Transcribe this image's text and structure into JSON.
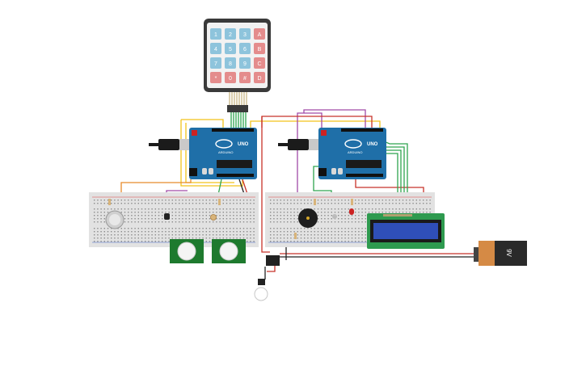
{
  "canvas": {
    "background": "#ffffff"
  },
  "colors": {
    "arduino_blue": "#1f6fa8",
    "breadboard": "#e2e2e2",
    "lcd_screen": "#2f4fb8",
    "lcd_board": "#2e9a4f",
    "pir_board": "#1e7a2e",
    "battery_body": "#2a2a2a",
    "battery_cap": "#d58a45",
    "keypad_frame": "#3a3a3a",
    "key_blue": "#8ec4dc",
    "key_red": "#e48c8c",
    "wire_yellow": "#f2c21b",
    "wire_red": "#c8332a",
    "wire_green": "#2ea44f",
    "wire_purple": "#a04aa8",
    "wire_orange": "#e88a2a",
    "wire_black": "#222222"
  },
  "keypad": {
    "keys": [
      [
        "1",
        "2",
        "3",
        "A"
      ],
      [
        "4",
        "5",
        "6",
        "B"
      ],
      [
        "7",
        "8",
        "9",
        "C"
      ],
      [
        "*",
        "0",
        "#",
        "D"
      ]
    ]
  },
  "arduino_left": {
    "model": "UNO",
    "brand": "ARDUINO"
  },
  "arduino_right": {
    "model": "UNO",
    "brand": "ARDUINO"
  },
  "battery": {
    "label": "9V"
  },
  "components": {
    "gas_sensor": "gas-sensor-icon",
    "temperature_sensor": "temperature-sensor-icon",
    "photoresistor": "photoresistor-icon",
    "pir_sensors": [
      "pir-sensor-icon",
      "pir-sensor-icon"
    ],
    "buzzer": "buzzer-icon",
    "led": "led-icon",
    "relay": "relay-icon",
    "bulb": "light-bulb-icon",
    "lcd": "lcd-16x2-icon"
  }
}
